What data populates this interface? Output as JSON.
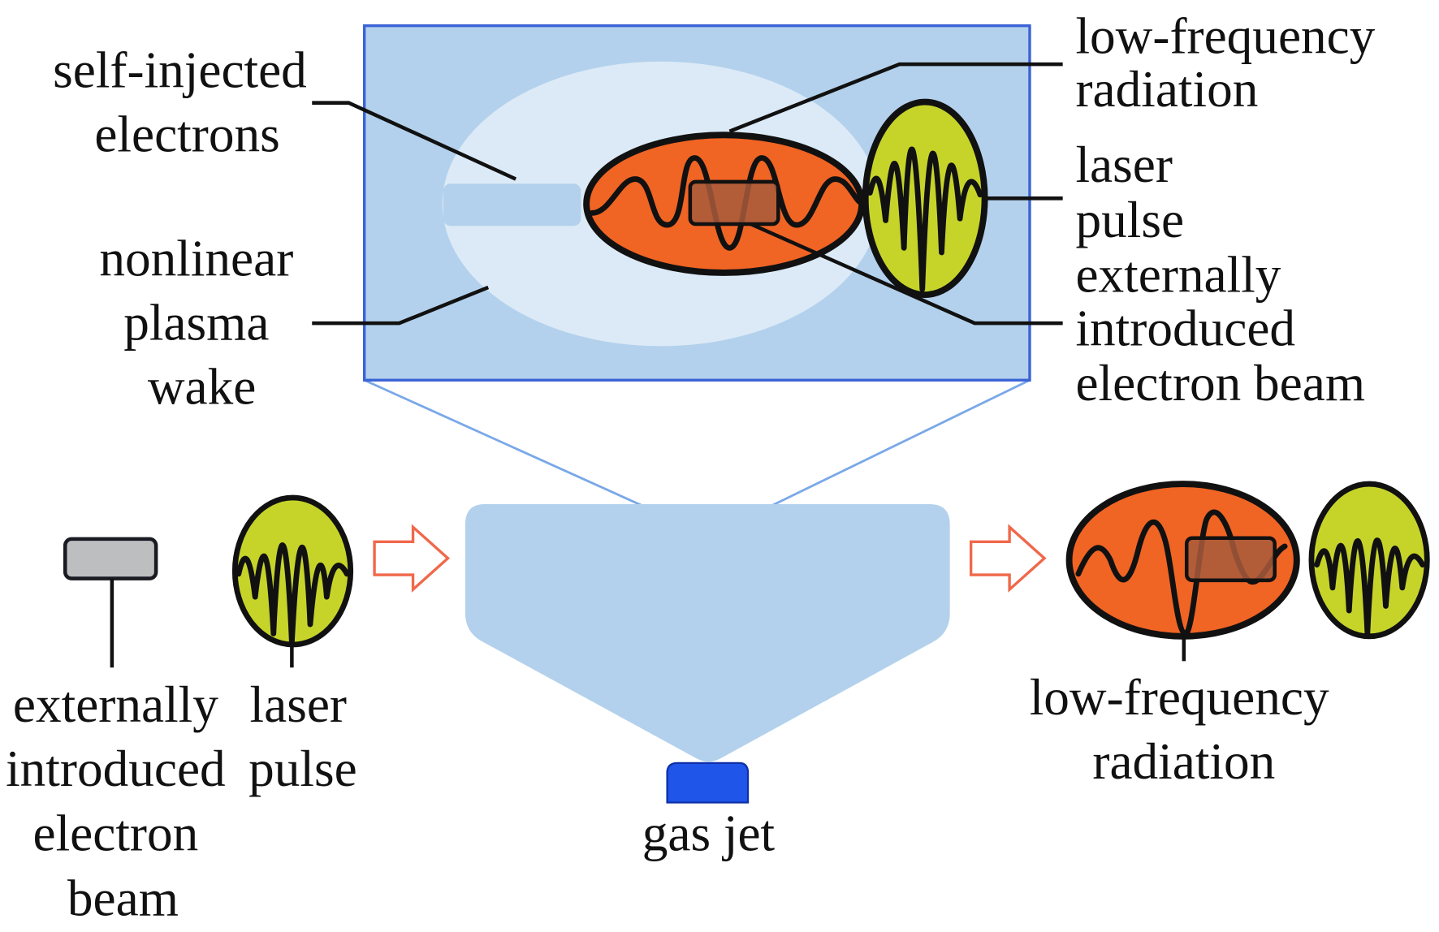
{
  "figure": {
    "colors": {
      "panel_fill": "#b3d1ec",
      "panel_border": "#3a63d6",
      "wake_bubble": "#dceaf7",
      "radiation_fill": "#f06424",
      "laser_fill": "#c6d42a",
      "ebeam_overlay": "#a85a3c",
      "external_ebeam_fill": "#bcbec0",
      "gas_jet_fill": "#1f55e8",
      "arrow_stroke": "#f0684a",
      "zoom_line": "#7aa8e8"
    },
    "inset_labels": {
      "self_injected": [
        "self-injected",
        "electrons"
      ],
      "nonlinear_wake": [
        "nonlinear",
        "plasma",
        "wake"
      ],
      "lf_radiation": [
        "low-frequency",
        "radiation"
      ],
      "laser_pulse": [
        "laser",
        "pulse"
      ],
      "ext_ebeam": [
        "externally",
        "introduced",
        "electron beam"
      ]
    },
    "bottom_labels": {
      "ext_ebeam": [
        "externally",
        "introduced",
        "electron",
        "beam"
      ],
      "laser_pulse": [
        "laser",
        "pulse"
      ],
      "gas_jet": "gas jet",
      "lf_radiation": [
        "low-frequency",
        "radiation"
      ]
    },
    "icons": {
      "inset_panel": "plasma-wake-inset",
      "arrow_in": "hollow-right-arrow",
      "arrow_out": "hollow-right-arrow"
    }
  }
}
